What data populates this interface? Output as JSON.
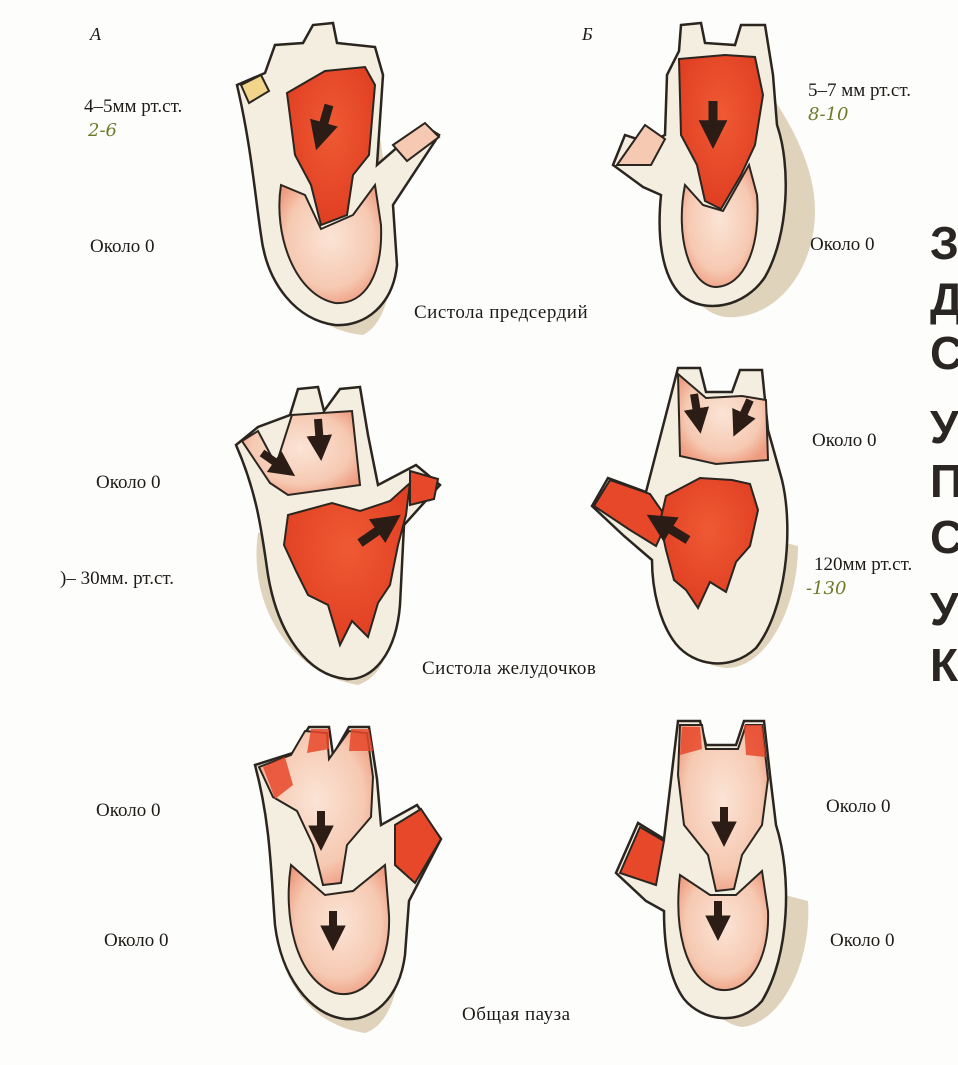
{
  "panels": {
    "left_letter": "А",
    "right_letter": "Б"
  },
  "atrial_systole": {
    "caption": "Систола предсердий",
    "left_atrium_pressure": "4–5мм рт.ст.",
    "left_atrium_note": "2-6",
    "left_ventricle_pressure": "Около 0",
    "right_atrium_pressure": "5–7 мм рт.ст.",
    "right_atrium_note": "8-10",
    "right_ventricle_pressure": "Около 0"
  },
  "ventricular_systole": {
    "caption": "Систола желудочков",
    "left_atrium_pressure": "Около 0",
    "left_ventricle_pressure": ")– 30мм. рт.ст.",
    "right_atrium_pressure": "Около 0",
    "right_ventricle_pressure": "120мм рт.ст.",
    "right_ventricle_note": "-130"
  },
  "general_pause": {
    "caption": "Общая пауза",
    "left_atrium_pressure": "Около 0",
    "left_ventricle_pressure": "Около 0",
    "right_atrium_pressure": "Около 0",
    "right_ventricle_pressure": "Около 0"
  },
  "cut_off_side_text": [
    "З",
    "Д",
    "С",
    "У",
    "П",
    "С",
    "У",
    "К"
  ],
  "colors": {
    "blood_red": "#e8482a",
    "pink": "#f6c9b2",
    "wall": "#f4eee0",
    "outline": "#2b2520",
    "shadow": "#c9b089"
  }
}
